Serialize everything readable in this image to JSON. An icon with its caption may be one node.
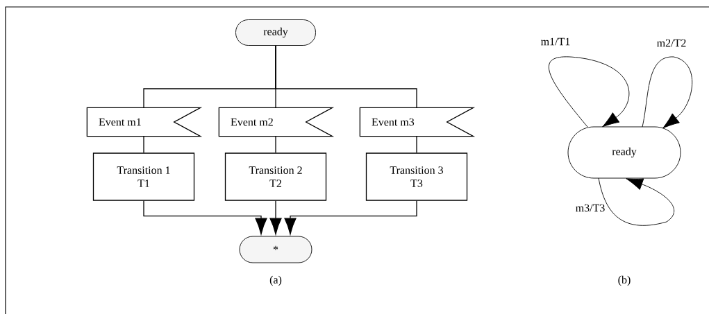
{
  "diagram": {
    "nodes": [
      {
        "text": [
          "ready"
        ]
      },
      {
        "text": [
          "Event m1"
        ]
      },
      {
        "text": [
          "Event m2"
        ]
      },
      {
        "text": [
          "Event m3"
        ]
      },
      {
        "text": [
          "Transition 1",
          "T1"
        ]
      },
      {
        "text": [
          "Transition 2",
          "T2"
        ]
      },
      {
        "text": [
          "Transition 3",
          "T3"
        ]
      },
      {
        "text": [
          "*"
        ]
      },
      {
        "text": [
          "ready"
        ]
      }
    ],
    "edges": [
      {
        "from": 0,
        "to": 1,
        "arrow": "none"
      },
      {
        "from": 0,
        "to": 2,
        "arrow": "none"
      },
      {
        "from": 0,
        "to": 3,
        "arrow": "none"
      },
      {
        "from": 1,
        "to": 4,
        "arrow": "none"
      },
      {
        "from": 2,
        "to": 5,
        "arrow": "none"
      },
      {
        "from": 3,
        "to": 6,
        "arrow": "none"
      },
      {
        "from": 4,
        "to": 7,
        "arrow": "to"
      },
      {
        "from": 5,
        "to": 7,
        "arrow": "to"
      },
      {
        "from": 6,
        "to": 7,
        "arrow": "to"
      },
      {
        "from": 8,
        "to": 8,
        "arrow": "to",
        "label": "m1/T1"
      },
      {
        "from": 8,
        "to": 8,
        "arrow": "to",
        "label": "m2/T2"
      },
      {
        "from": 8,
        "to": 8,
        "arrow": "to",
        "label": "m3/T3"
      }
    ],
    "labels": [
      "(a)",
      "(b)"
    ]
  }
}
